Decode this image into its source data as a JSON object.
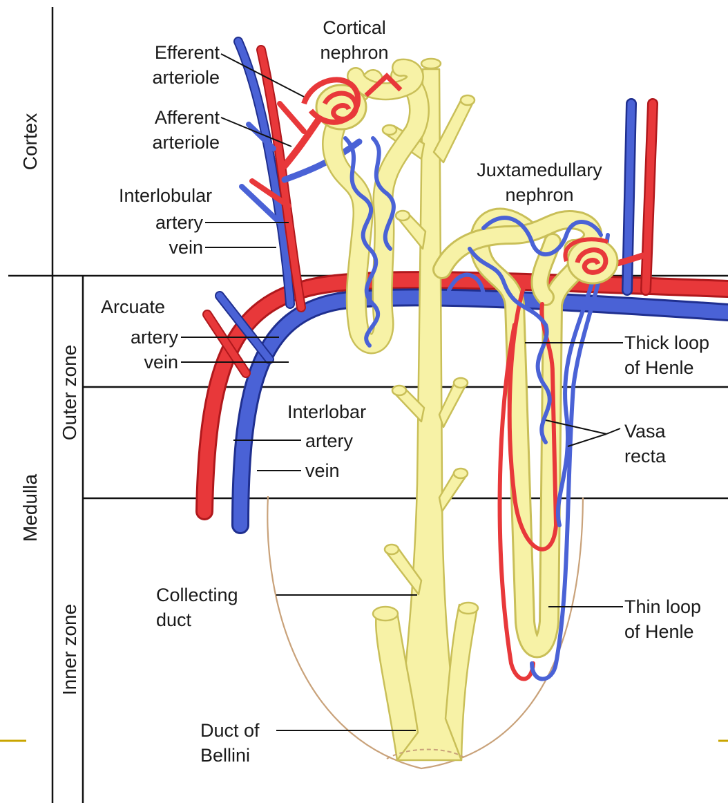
{
  "regions": {
    "cortex": "Cortex",
    "medulla": "Medulla",
    "outer_zone": "Outer zone",
    "inner_zone": "Inner zone"
  },
  "labels": {
    "cortical_nephron": "Cortical\nnephron",
    "efferent_arteriole": "Efferent\narteriole",
    "afferent_arteriole": "Afferent\narteriole",
    "interlobular": "Interlobular",
    "interlobular_artery": "artery",
    "interlobular_vein": "vein",
    "juxtamedullary_nephron": "Juxtamedullary\nnephron",
    "arcuate": "Arcuate",
    "arcuate_artery": "artery",
    "arcuate_vein": "vein",
    "thick_loop": "Thick loop\nof Henle",
    "interlobar": "Interlobar",
    "interlobar_artery": "artery",
    "interlobar_vein": "vein",
    "vasa_recta": "Vasa\nrecta",
    "collecting_duct": "Collecting\nduct",
    "thin_loop": "Thin loop\nof Henle",
    "duct_of_bellini": "Duct of\nBellini"
  },
  "colors": {
    "artery": "#e8383a",
    "artery_edge": "#b0181c",
    "vein": "#4a62d6",
    "vein_edge": "#1f2f8f",
    "tubule": "#f7f2a6",
    "tubule_edge": "#c9bf58",
    "papilla_outline": "#c9a27a",
    "lines": "#111111"
  }
}
